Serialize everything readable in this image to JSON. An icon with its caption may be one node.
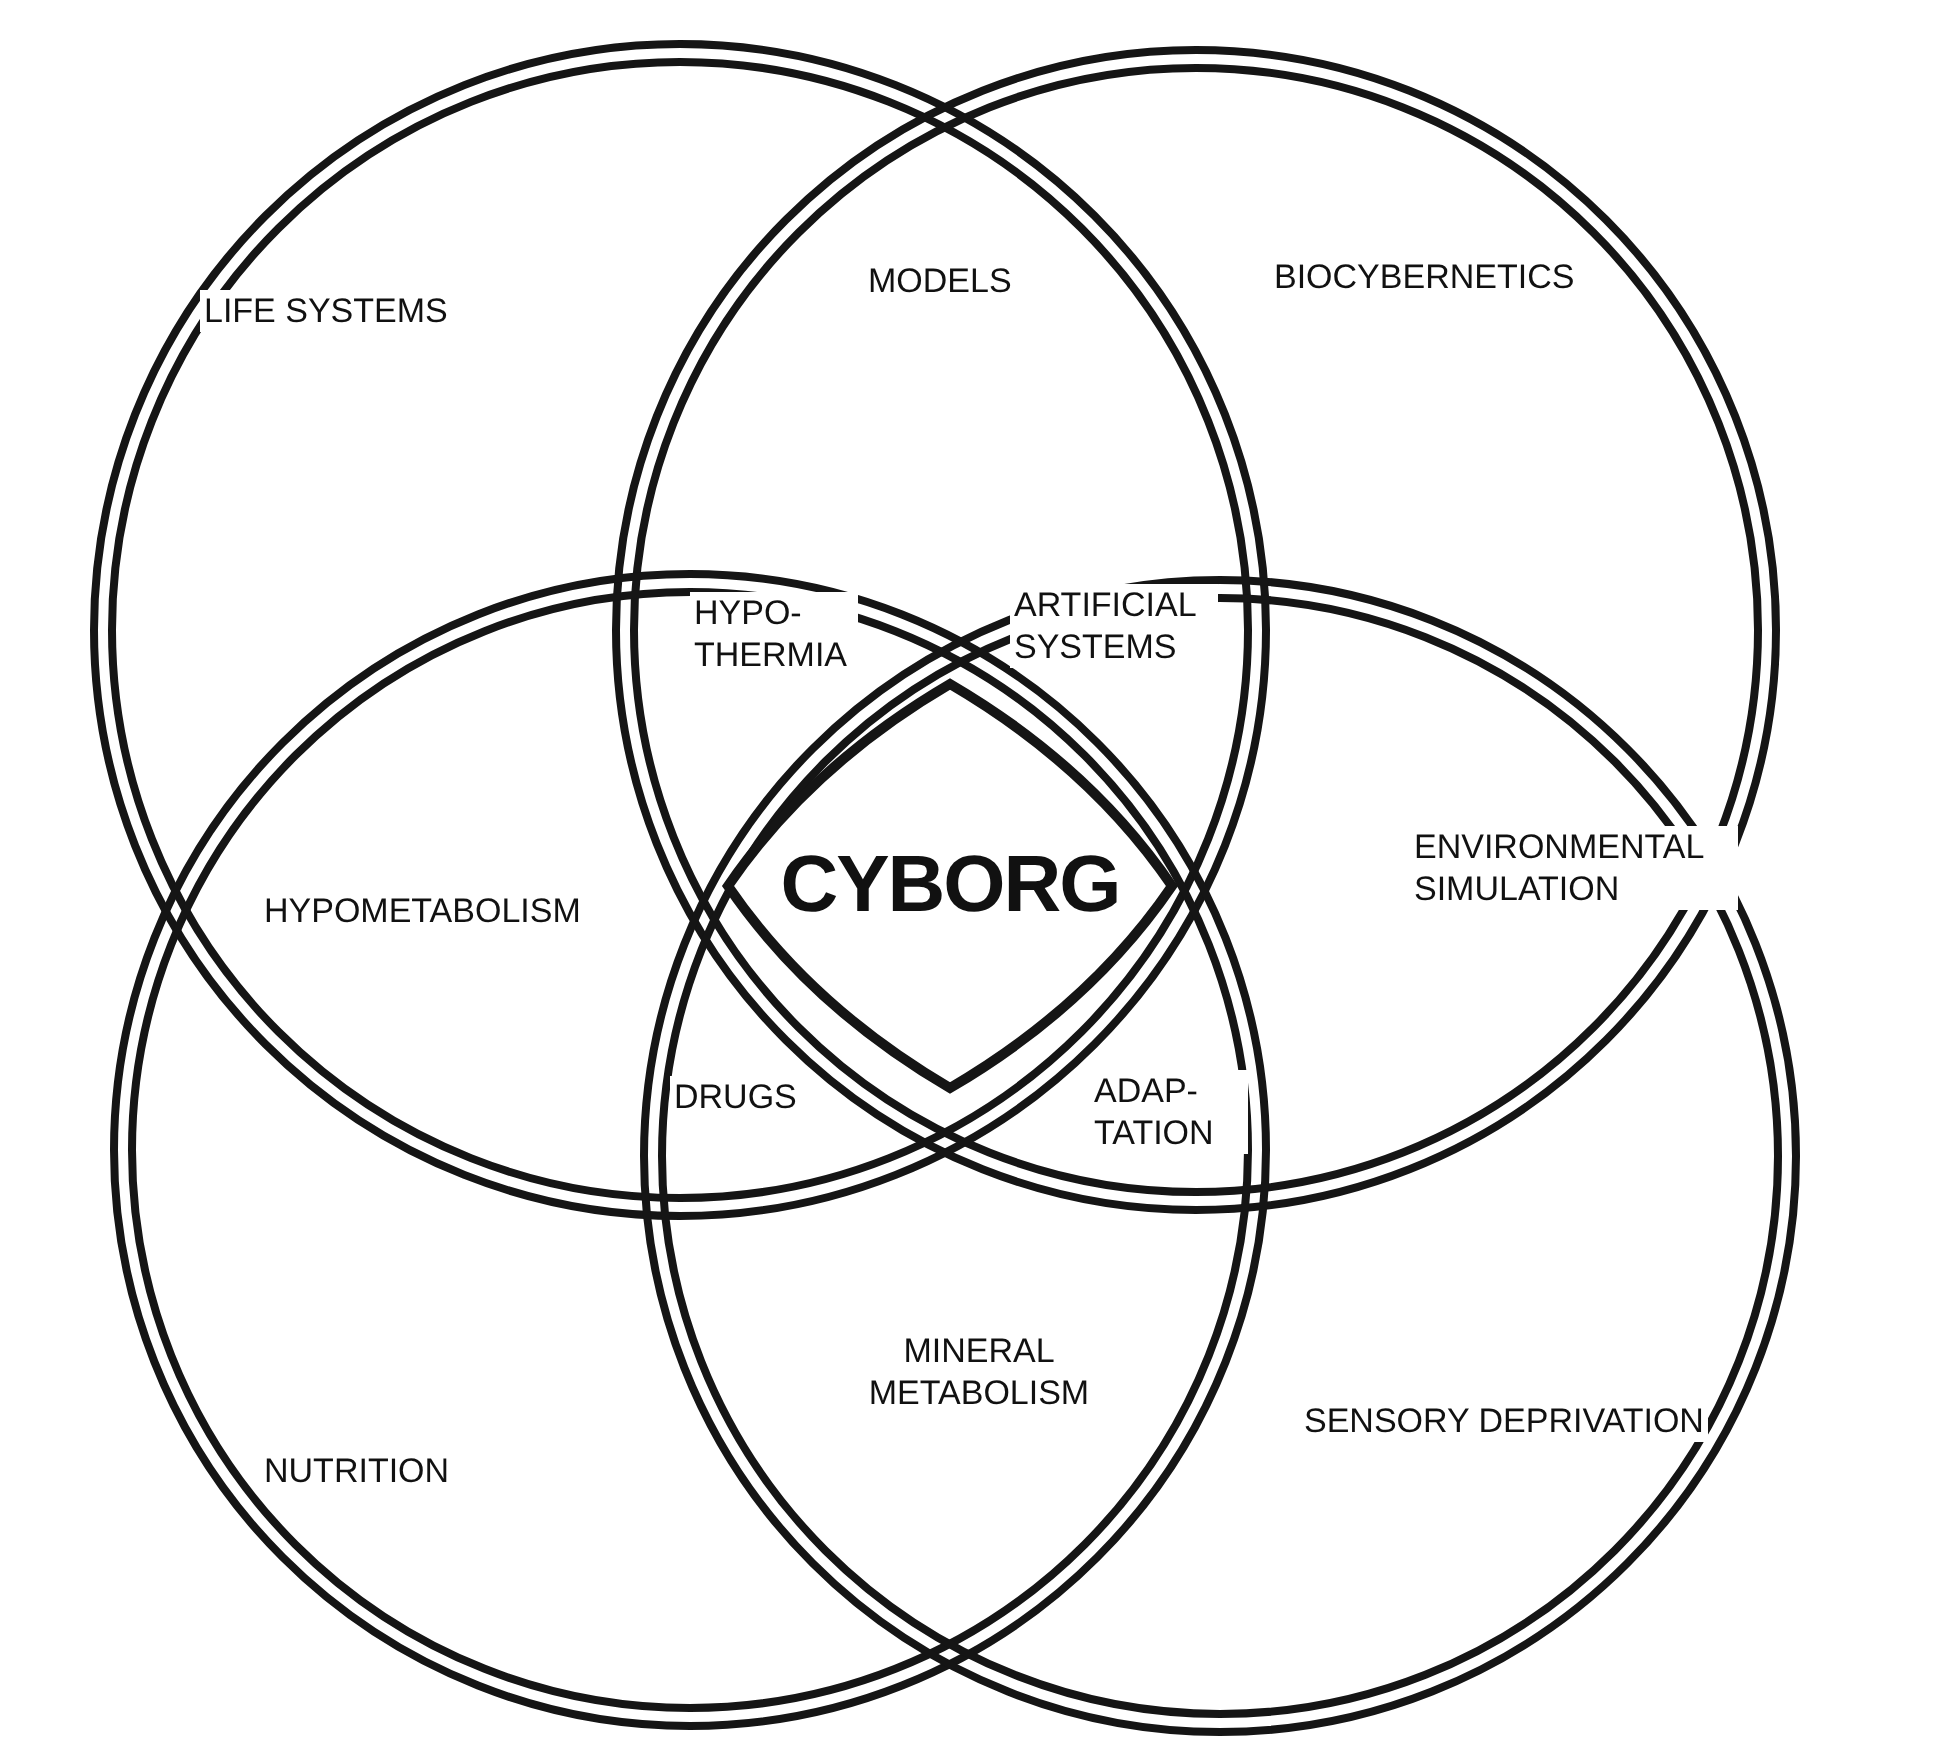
{
  "diagram": {
    "nodes": [
      {
        "text": [
          "LIFE SYSTEMS"
        ]
      },
      {
        "text": [
          "BIOCYBERNETICS"
        ]
      },
      {
        "text": [
          "CYBORG"
        ]
      },
      {
        "text": [
          "NUTRITION"
        ]
      },
      {
        "text": [
          "SENSORY DEPRIVATION"
        ]
      }
    ],
    "labels": [
      "MODELS",
      "HYPO- THERMIA",
      "ARTIFICIAL SYSTEMS",
      "HYPOMETABOLISM",
      "ENVIRONMENTAL SIMULATION",
      "DRUGS",
      "ADAP- TATION",
      "MINERAL METABOLISM"
    ]
  }
}
